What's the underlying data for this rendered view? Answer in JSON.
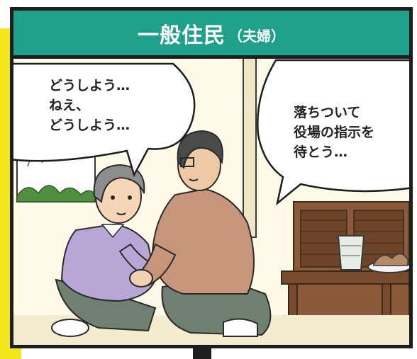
{
  "title": {
    "main": "一般住民",
    "sub": "（夫婦）"
  },
  "bubbles": {
    "left": "どうしよう…\nねえ、\nどうしよう…",
    "right": "落ちついて\n役場の指示を\n待とう…"
  },
  "colors": {
    "title_bar": "#1fa08b",
    "accent_yellow": "#f4e61c",
    "wall": "#fffbe8",
    "wife_sweater": "#b8a7d6",
    "husband_sweater": "#c7957a",
    "pants": "#6f7f70",
    "cabinet": "#8b5a3a"
  },
  "icons": {
    "tea_cup": "tea-cup-icon",
    "snack_plate": "snack-plate-icon"
  }
}
